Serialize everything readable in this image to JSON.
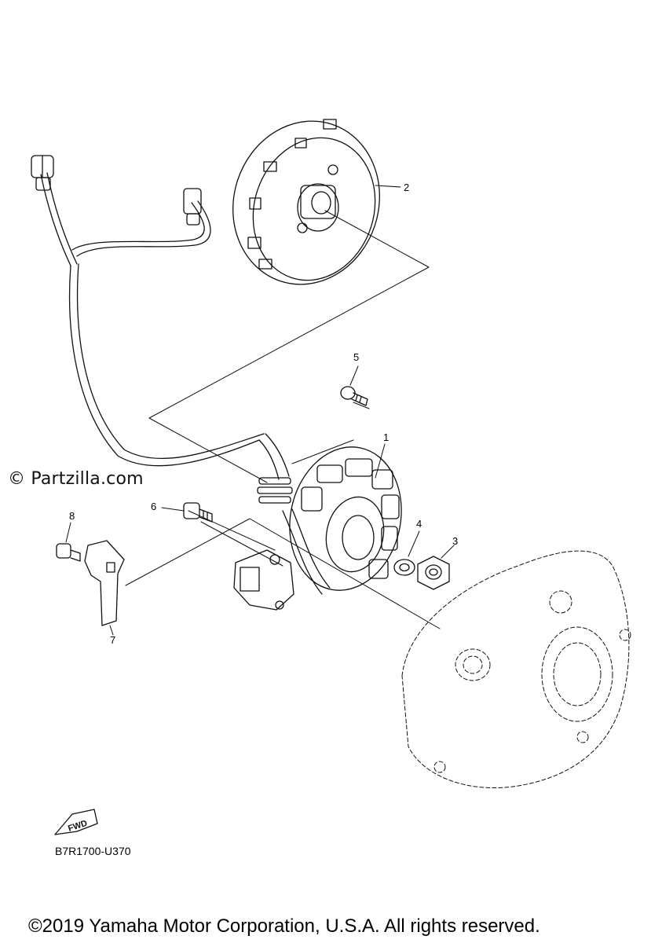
{
  "watermark": "© Partzilla.com",
  "callouts": [
    "1",
    "2",
    "3",
    "4",
    "5",
    "6",
    "7",
    "8"
  ],
  "direction_marker": "FWD",
  "diagram_code": "B7R1700-U370",
  "copyright": "©2019 Yamaha Motor Corporation, U.S.A. All rights reserved."
}
